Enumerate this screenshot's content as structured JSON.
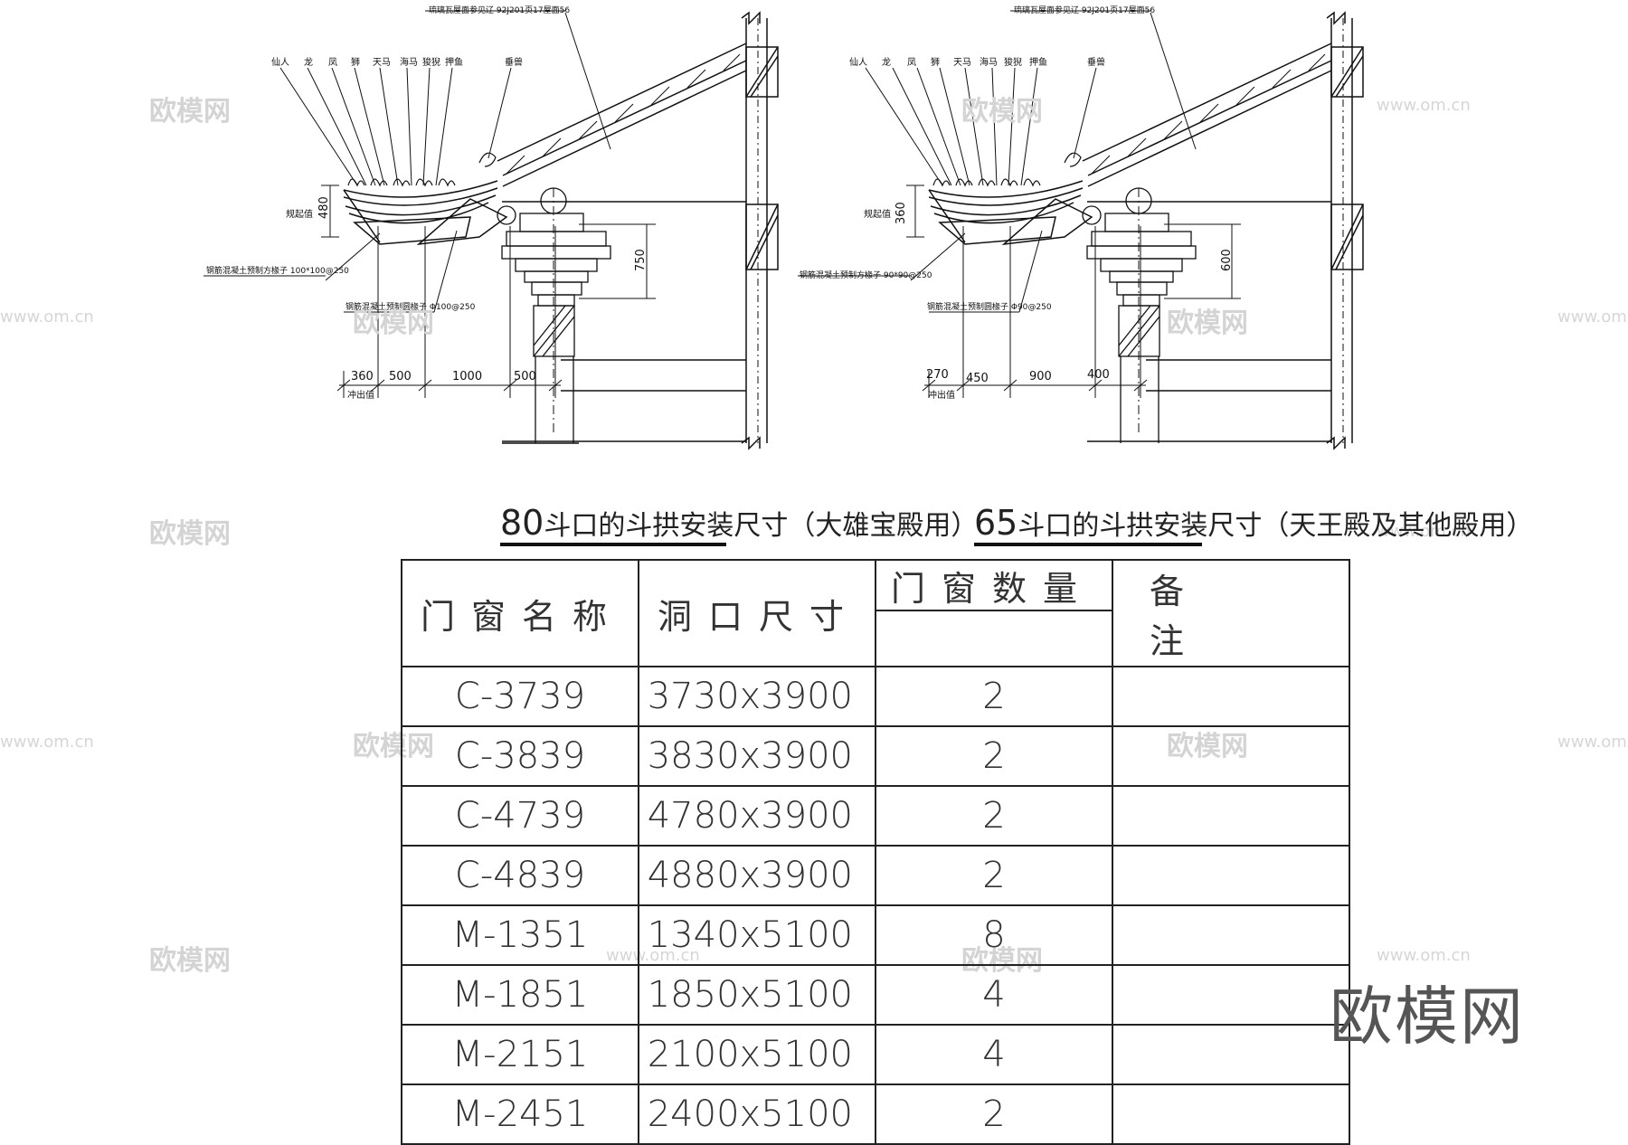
{
  "left_detail": {
    "top_note": "琉璃瓦屋面参见辽 92J201页17屋面56",
    "ornaments": [
      "仙人",
      "龙",
      "凤",
      "狮",
      "天马",
      "海马",
      "狻猊",
      "押鱼",
      "垂兽"
    ],
    "side_label": "规起值",
    "height_dim": "480",
    "beam_note_1": "钢筋混凝土预制方椽子 100*100@250",
    "beam_note_2": "钢筋混凝土预制圆椽子 Φ100@250",
    "vertical_dim": "750",
    "bottom_dims": [
      "360",
      "500",
      "1000",
      "500"
    ],
    "bottom_label": "冲出值",
    "title_number": "80",
    "title_text": "斗口的斗拱安装尺寸（大雄宝殿用）"
  },
  "right_detail": {
    "top_note": "琉璃瓦屋面参见辽 92J201页17屋面56",
    "ornaments": [
      "仙人",
      "龙",
      "凤",
      "狮",
      "天马",
      "海马",
      "狻猊",
      "押鱼",
      "垂兽"
    ],
    "side_label": "规起值",
    "height_dim": "360",
    "beam_note_1": "钢筋混凝土预制方椽子 90*90@250",
    "beam_note_2": "钢筋混凝土预制圆椽子 Φ90@250",
    "vertical_dim": "600",
    "bottom_dims": [
      "270",
      "450",
      "900",
      "400"
    ],
    "bottom_label": "冲出值",
    "title_number": "65",
    "title_text": "斗口的斗拱安装尺寸（天王殿及其他殿用）"
  },
  "table": {
    "headers": {
      "name": "门窗名称",
      "size": "洞口尺寸",
      "qty": "门窗数量",
      "note": "备 注"
    },
    "rows": [
      {
        "name": "C-3739",
        "size": "3730x3900",
        "qty": "2",
        "note": ""
      },
      {
        "name": "C-3839",
        "size": "3830x3900",
        "qty": "2",
        "note": ""
      },
      {
        "name": "C-4739",
        "size": "4780x3900",
        "qty": "2",
        "note": ""
      },
      {
        "name": "C-4839",
        "size": "4880x3900",
        "qty": "2",
        "note": ""
      },
      {
        "name": "M-1351",
        "size": "1340x5100",
        "qty": "8",
        "note": ""
      },
      {
        "name": "M-1851",
        "size": "1850x5100",
        "qty": "4",
        "note": ""
      },
      {
        "name": "M-2151",
        "size": "2100x5100",
        "qty": "4",
        "note": ""
      },
      {
        "name": "M-2451",
        "size": "2400x5100",
        "qty": "2",
        "note": ""
      }
    ]
  },
  "watermark": {
    "brand": "欧模网",
    "url": "www.om.cn"
  }
}
